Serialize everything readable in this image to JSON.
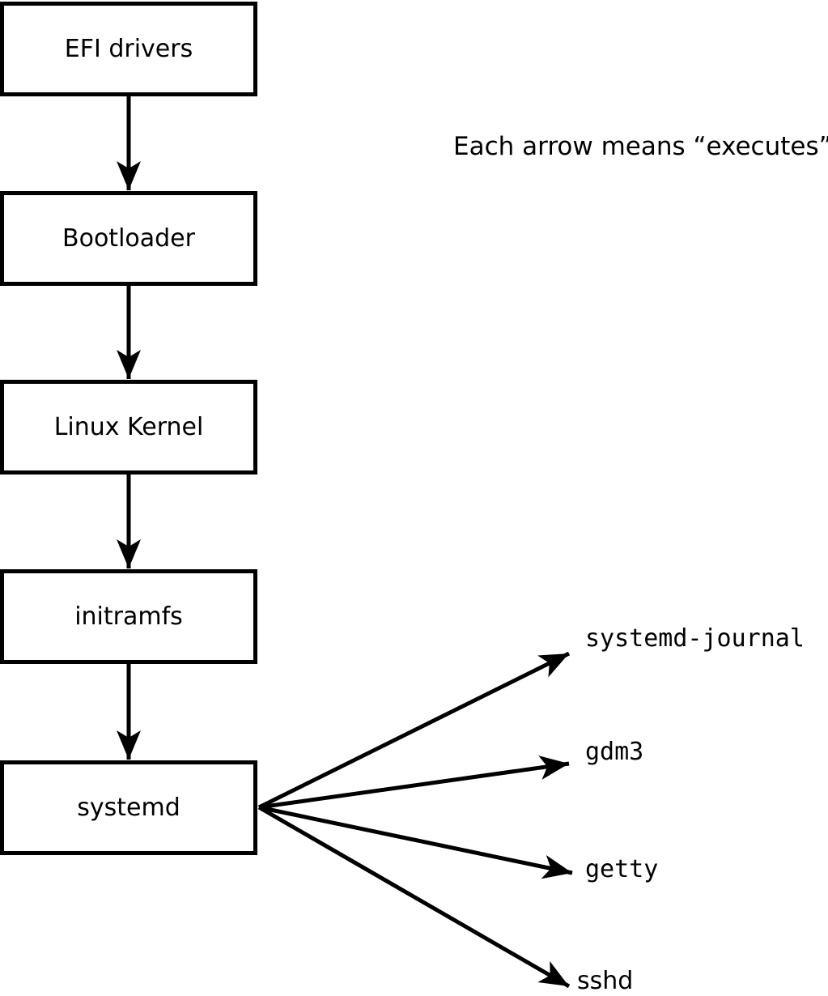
{
  "note": "Each arrow means “executes”.",
  "chain": [
    {
      "label": "EFI drivers"
    },
    {
      "label": "Bootloader"
    },
    {
      "label": "Linux Kernel"
    },
    {
      "label": "initramfs"
    },
    {
      "label": "systemd"
    }
  ],
  "spawned": [
    {
      "label": "systemd-journal"
    },
    {
      "label": "gdm3"
    },
    {
      "label": "getty"
    },
    {
      "label": "sshd"
    }
  ],
  "edges": [
    {
      "from": "EFI drivers",
      "to": "Bootloader",
      "meaning": "executes"
    },
    {
      "from": "Bootloader",
      "to": "Linux Kernel",
      "meaning": "executes"
    },
    {
      "from": "Linux Kernel",
      "to": "initramfs",
      "meaning": "executes"
    },
    {
      "from": "initramfs",
      "to": "systemd",
      "meaning": "executes"
    },
    {
      "from": "systemd",
      "to": "systemd-journal",
      "meaning": "executes"
    },
    {
      "from": "systemd",
      "to": "gdm3",
      "meaning": "executes"
    },
    {
      "from": "systemd",
      "to": "getty",
      "meaning": "executes"
    },
    {
      "from": "systemd",
      "to": "sshd",
      "meaning": "executes"
    }
  ],
  "colors": {
    "line": "#000000",
    "text": "#000000",
    "background": "#ffffff",
    "node_fill": "#ffffff",
    "node_border": "#000000"
  }
}
